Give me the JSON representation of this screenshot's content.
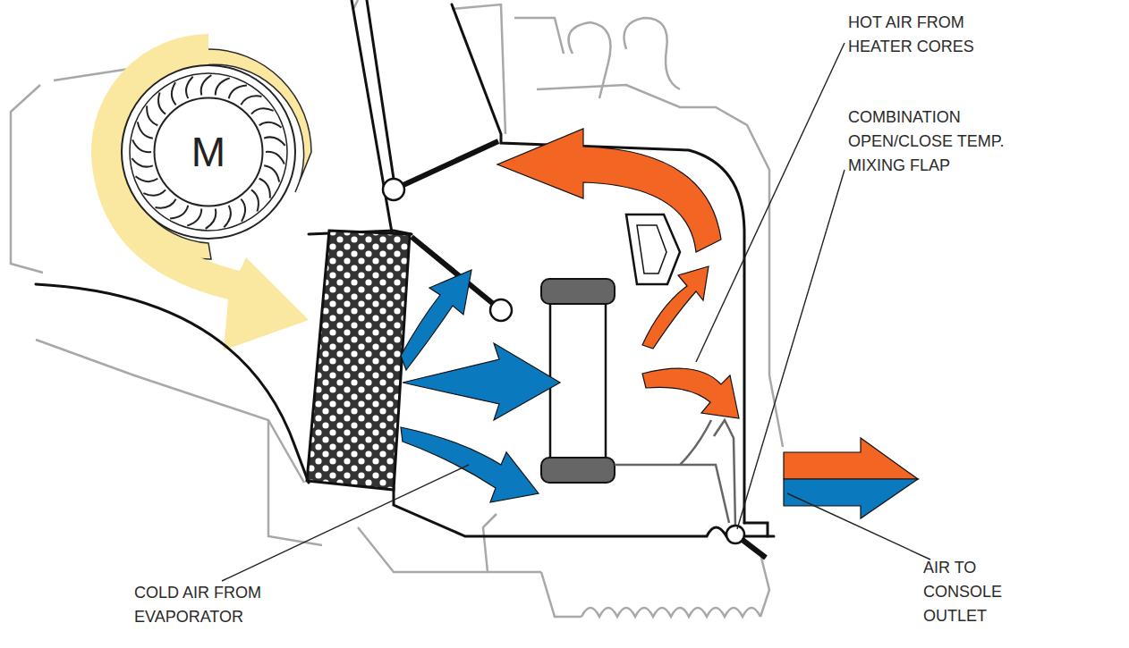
{
  "diagram": {
    "nodes": [
      {
        "text": [
          "M"
        ]
      }
    ],
    "labels": [
      "HOT AIR FROM HEATER CORES",
      "COMBINATION OPEN/CLOSE TEMP. MIXING FLAP",
      "AIR TO CONSOLE OUTLET",
      "COLD AIR FROM EVAPORATOR"
    ]
  }
}
